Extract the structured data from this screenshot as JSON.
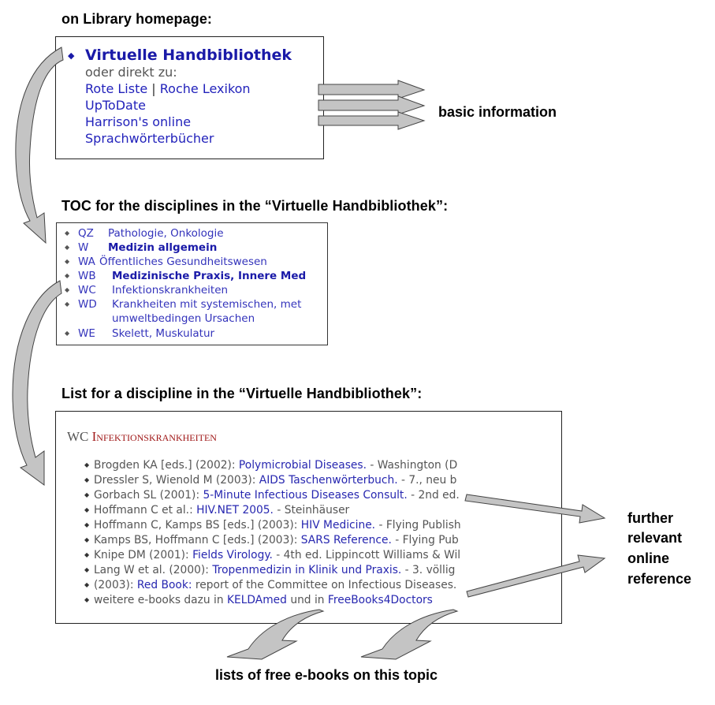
{
  "headings": {
    "library_homepage": "on Library homepage:",
    "toc": "TOC for the disciplines in the “Virtuelle Handbibliothek”:",
    "list": "List for a discipline in the “Virtuelle Handbibliothek”:"
  },
  "annotations": {
    "basic_information": "basic information",
    "further_reference": [
      "further",
      "relevant",
      "online",
      "reference"
    ],
    "free_ebooks": "lists of free e-books on this topic"
  },
  "homepage_box": {
    "main_link": "Virtuelle Handbibliothek",
    "subtitle": "oder direkt zu:",
    "links": {
      "rote_liste": "Rote Liste",
      "separator": "|",
      "roche_lexikon": "Roche Lexikon",
      "uptodate": "UpToDate",
      "harrison": "Harrison's online",
      "sprachwoerterbuecher": "Sprachwörterbücher"
    }
  },
  "toc_box": {
    "items": [
      {
        "code": "QZ",
        "name": "Pathologie, Onkologie",
        "bold": false
      },
      {
        "code": "W",
        "name": "Medizin allgemein",
        "bold": true
      },
      {
        "code": "WA",
        "name": "Öffentliches Gesundheitswesen",
        "bold": false
      },
      {
        "code": "WB",
        "name": "Medizinische Praxis, Innere Med",
        "bold": true
      },
      {
        "code": "WC",
        "name": "Infektionskrankheiten",
        "bold": false
      },
      {
        "code": "WD",
        "name": "Krankheiten mit systemischen, met",
        "name2": "umweltbedingen Ursachen",
        "bold": false
      },
      {
        "code": "WE",
        "name": "Skelett, Muskulatur",
        "bold": false
      }
    ]
  },
  "list_box": {
    "title_code": "WC",
    "title_name": "Infektionskrankheiten",
    "entries": [
      {
        "pre": "Brogden KA [eds.] (2002): ",
        "link": "Polymicrobial Diseases.",
        "post": " - Washington (D"
      },
      {
        "pre": "Dressler S, Wienold M (2003): ",
        "link": "AIDS Taschenwörterbuch.",
        "post": " - 7., neu b"
      },
      {
        "pre": "Gorbach SL (2001): ",
        "link": "5-Minute Infectious Diseases Consult.",
        "post": " - 2nd ed."
      },
      {
        "pre": "Hoffmann C et al.: ",
        "link": "HIV.NET 2005.",
        "post": " - Steinhäuser"
      },
      {
        "pre": "Hoffmann C, Kamps BS [eds.] (2003): ",
        "link": "HIV Medicine.",
        "post": " - Flying Publish"
      },
      {
        "pre": "Kamps BS, Hoffmann C [eds.] (2003): ",
        "link": "SARS Reference.",
        "post": " - Flying Pub"
      },
      {
        "pre": "Knipe DM (2001): ",
        "link": "Fields Virology.",
        "post": " - 4th ed. Lippincott Williams & Wil"
      },
      {
        "pre": "Lang W et al. (2000): ",
        "link": "Tropenmedizin in Klinik und Praxis.",
        "post": " - 3. völlig"
      },
      {
        "pre": "(2003): ",
        "link": "Red Book:",
        "post": " report of the Committee on Infectious Diseases."
      },
      {
        "pre": "weitere e-books dazu in ",
        "link": "KELDAmed",
        "mid": " und in ",
        "link2": "FreeBooks4Doctors",
        "post": ""
      }
    ]
  },
  "colors": {
    "link": "#2727b0",
    "link_strong": "#1a1aa8",
    "title_red": "#a01818",
    "arrow_fill": "#c4c4c4"
  }
}
